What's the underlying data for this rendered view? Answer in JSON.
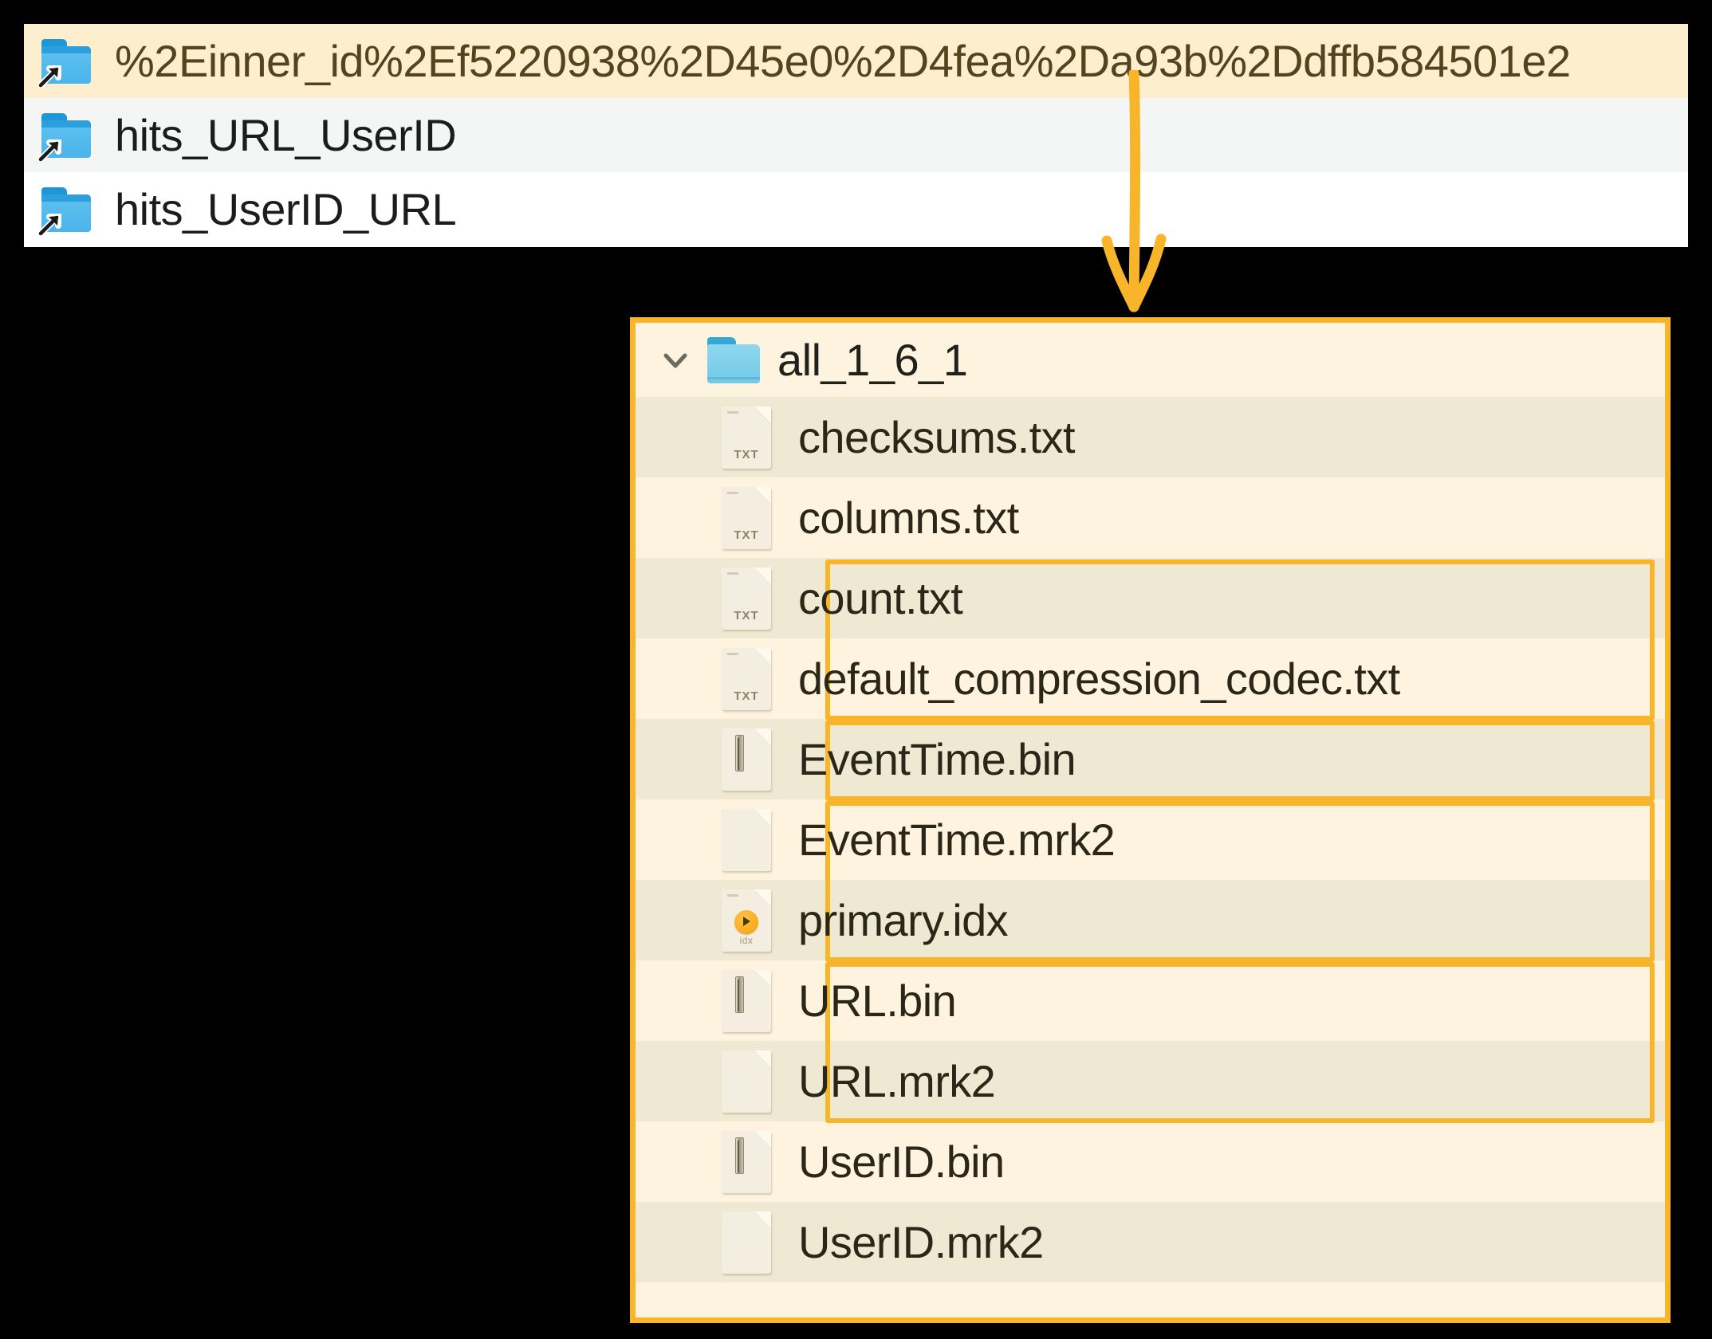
{
  "top_list": {
    "name": "folder-shortcut-list",
    "items": [
      {
        "label": "%2Einner_id%2Ef5220938%2D45e0%2D4fea%2Da93b%2Ddffb584501e2",
        "icon": "folder-shortcut-icon",
        "state": "highlighted"
      },
      {
        "label": "hits_URL_UserID",
        "icon": "folder-shortcut-icon",
        "state": "alt"
      },
      {
        "label": "hits_UserID_URL",
        "icon": "folder-shortcut-icon",
        "state": "normal"
      }
    ]
  },
  "annotation": {
    "arrow": "down-arrow-annotation",
    "color": "#f9b52a"
  },
  "detail_panel": {
    "header": {
      "label": "all_1_6_1",
      "chevron": "chevron-down-icon",
      "folder_icon": "folder-open-icon"
    },
    "files": [
      {
        "name": "checksums.txt",
        "icon": "txt-file-icon",
        "icon_label": "TXT",
        "highlight": false
      },
      {
        "name": "columns.txt",
        "icon": "txt-file-icon",
        "icon_label": "TXT",
        "highlight": false
      },
      {
        "name": "count.txt",
        "icon": "txt-file-icon",
        "icon_label": "TXT",
        "highlight": false
      },
      {
        "name": "default_compression_codec.txt",
        "icon": "txt-file-icon",
        "icon_label": "TXT",
        "highlight": false
      },
      {
        "name": "EventTime.bin",
        "icon": "bin-file-icon",
        "icon_label": "",
        "highlight": true
      },
      {
        "name": "EventTime.mrk2",
        "icon": "blank-file-icon",
        "icon_label": "",
        "highlight": true
      },
      {
        "name": "primary.idx",
        "icon": "idx-file-icon",
        "icon_label": "idx",
        "highlight": true
      },
      {
        "name": "URL.bin",
        "icon": "bin-file-icon",
        "icon_label": "",
        "highlight": true
      },
      {
        "name": "URL.mrk2",
        "icon": "blank-file-icon",
        "icon_label": "",
        "highlight": true
      },
      {
        "name": "UserID.bin",
        "icon": "bin-file-icon",
        "icon_label": "",
        "highlight": true
      },
      {
        "name": "UserID.mrk2",
        "icon": "blank-file-icon",
        "icon_label": "",
        "highlight": true
      }
    ],
    "highlight_groups": [
      {
        "label": "EventTime-group",
        "start_index": 4,
        "end_index": 5
      },
      {
        "label": "primary-idx-group",
        "start_index": 6,
        "end_index": 6
      },
      {
        "label": "URL-group",
        "start_index": 7,
        "end_index": 8
      },
      {
        "label": "UserID-group",
        "start_index": 9,
        "end_index": 10
      }
    ]
  },
  "colors": {
    "accent": "#f9b52a",
    "panel_bg": "#fdf3de",
    "row_alt": "#efe9d3",
    "highlight_row": "#fdeecd",
    "folder_blue": "#4ab4ea"
  }
}
